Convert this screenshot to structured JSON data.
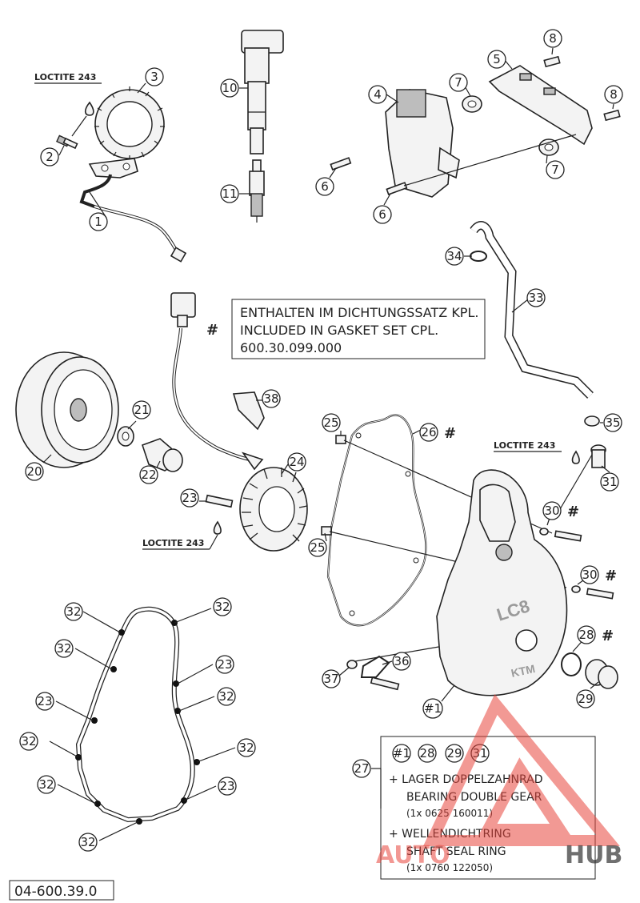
{
  "callouts": {
    "c1": "1",
    "c2": "2",
    "c3": "3",
    "c4": "4",
    "c5": "5",
    "c6": "6",
    "c7": "7",
    "c8": "8",
    "c10": "10",
    "c11": "11",
    "c20": "20",
    "c21": "21",
    "c22": "22",
    "c23": "23",
    "c24": "24",
    "c25": "25",
    "c26": "26",
    "c27": "27",
    "c28": "28",
    "c29": "29",
    "c30": "30",
    "c31": "31",
    "c32": "32",
    "c33": "33",
    "c34": "34",
    "c35": "35",
    "c36": "36",
    "c37": "37",
    "c38": "38",
    "c1hash": "#1"
  },
  "labels": {
    "loctite": "LOCTITE 243",
    "hash": "#"
  },
  "gasket_note": {
    "line1": "ENTHALTEN IM DICHTUNGSSATZ KPL.",
    "line2": "INCLUDED IN GASKET SET CPL.",
    "line3": "600.30.099.000"
  },
  "kit_box": {
    "refs": [
      "#1",
      "28",
      "29",
      "31"
    ],
    "line1": "+ LAGER DOPPELZAHNRAD",
    "line2": "BEARING  DOUBLE GEAR",
    "line3": "(1x  0625 160011)",
    "line4": "+ WELLENDICHTRING",
    "line5": "SHAFT SEAL RING",
    "line6": "(1x  0760 122050)"
  },
  "cover_text": {
    "lc8": "LC8",
    "ktm": "KTM"
  },
  "drawing_code": "04-600.39.0",
  "watermark": {
    "text_a": "AUTO",
    "text_b": "HUB",
    "color_a": "#e8453c",
    "color_b": "#333333"
  }
}
